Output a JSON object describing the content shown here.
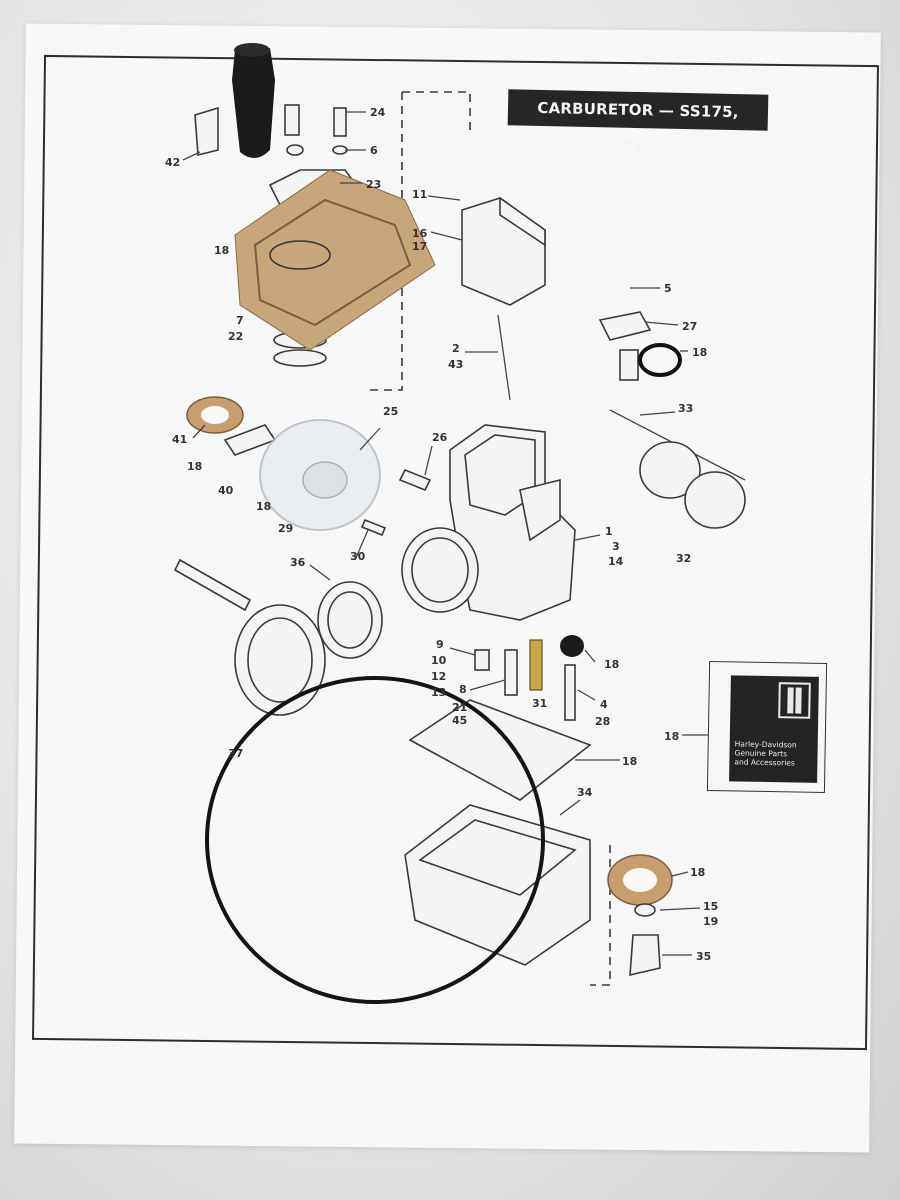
{
  "title": "CARBURETOR — SS175, SX175",
  "brand_card": {
    "line1": "Harley-Davidson",
    "line2": "Genuine Parts",
    "line3": "and Accessories"
  },
  "callouts": {
    "c24": "24",
    "c6": "6",
    "c23": "23",
    "c42": "42",
    "c18a": "18",
    "c11": "11",
    "c16": "16",
    "c17": "17",
    "c7": "7",
    "c22": "22",
    "c2": "2",
    "c43": "43",
    "c5": "5",
    "c27": "27",
    "c18b": "18",
    "c25": "25",
    "c41": "41",
    "c18c": "18",
    "c26": "26",
    "c40": "40",
    "c18d": "18",
    "c29": "29",
    "c33": "33",
    "c1": "1",
    "c3": "3",
    "c14": "14",
    "c32": "32",
    "c30": "30",
    "c36": "36",
    "c9": "9",
    "c10": "10",
    "c12": "12",
    "c13": "13",
    "c8": "8",
    "c21": "21",
    "c45": "45",
    "c31": "31",
    "c18e": "18",
    "c4": "4",
    "c28": "28",
    "c18f": "18",
    "c37": "37",
    "c18g": "18",
    "c34": "34",
    "c18h": "18",
    "c15": "15",
    "c19": "19",
    "c35": "35"
  }
}
